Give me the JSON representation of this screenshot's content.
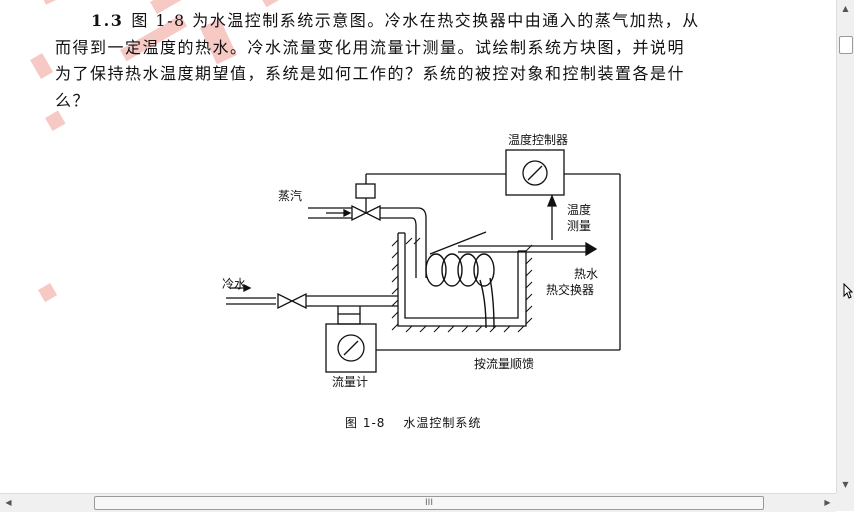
{
  "question": {
    "number": "1.3",
    "line1": "图 1-8 为水温控制系统示意图。冷水在热交换器中由通入的蒸气加热，从",
    "line2": "而得到一定温度的热水。冷水流量变化用流量计测量。试绘制系统方块图，并说明",
    "line3": "为了保持热水温度期望值，系统是如何工作的？系统的被控对象和控制装置各是什",
    "line4": "么？"
  },
  "diagram": {
    "temp_controller": "温度控制器",
    "steam": "蒸汽",
    "temp_measure_1": "温度",
    "temp_measure_2": "测量",
    "cold_water": "冷水",
    "hot_water": "热水",
    "heat_exchanger": "热交换器",
    "flow_feedforward": "按流量顺馈",
    "flow_meter": "流量计"
  },
  "caption": {
    "number": "图 1-8",
    "title": "水温控制系统"
  },
  "scrollbar": {
    "up_arrow": "▲",
    "down_arrow": "▼",
    "left_arrow": "◀",
    "right_arrow": "▶",
    "grip": "III"
  }
}
